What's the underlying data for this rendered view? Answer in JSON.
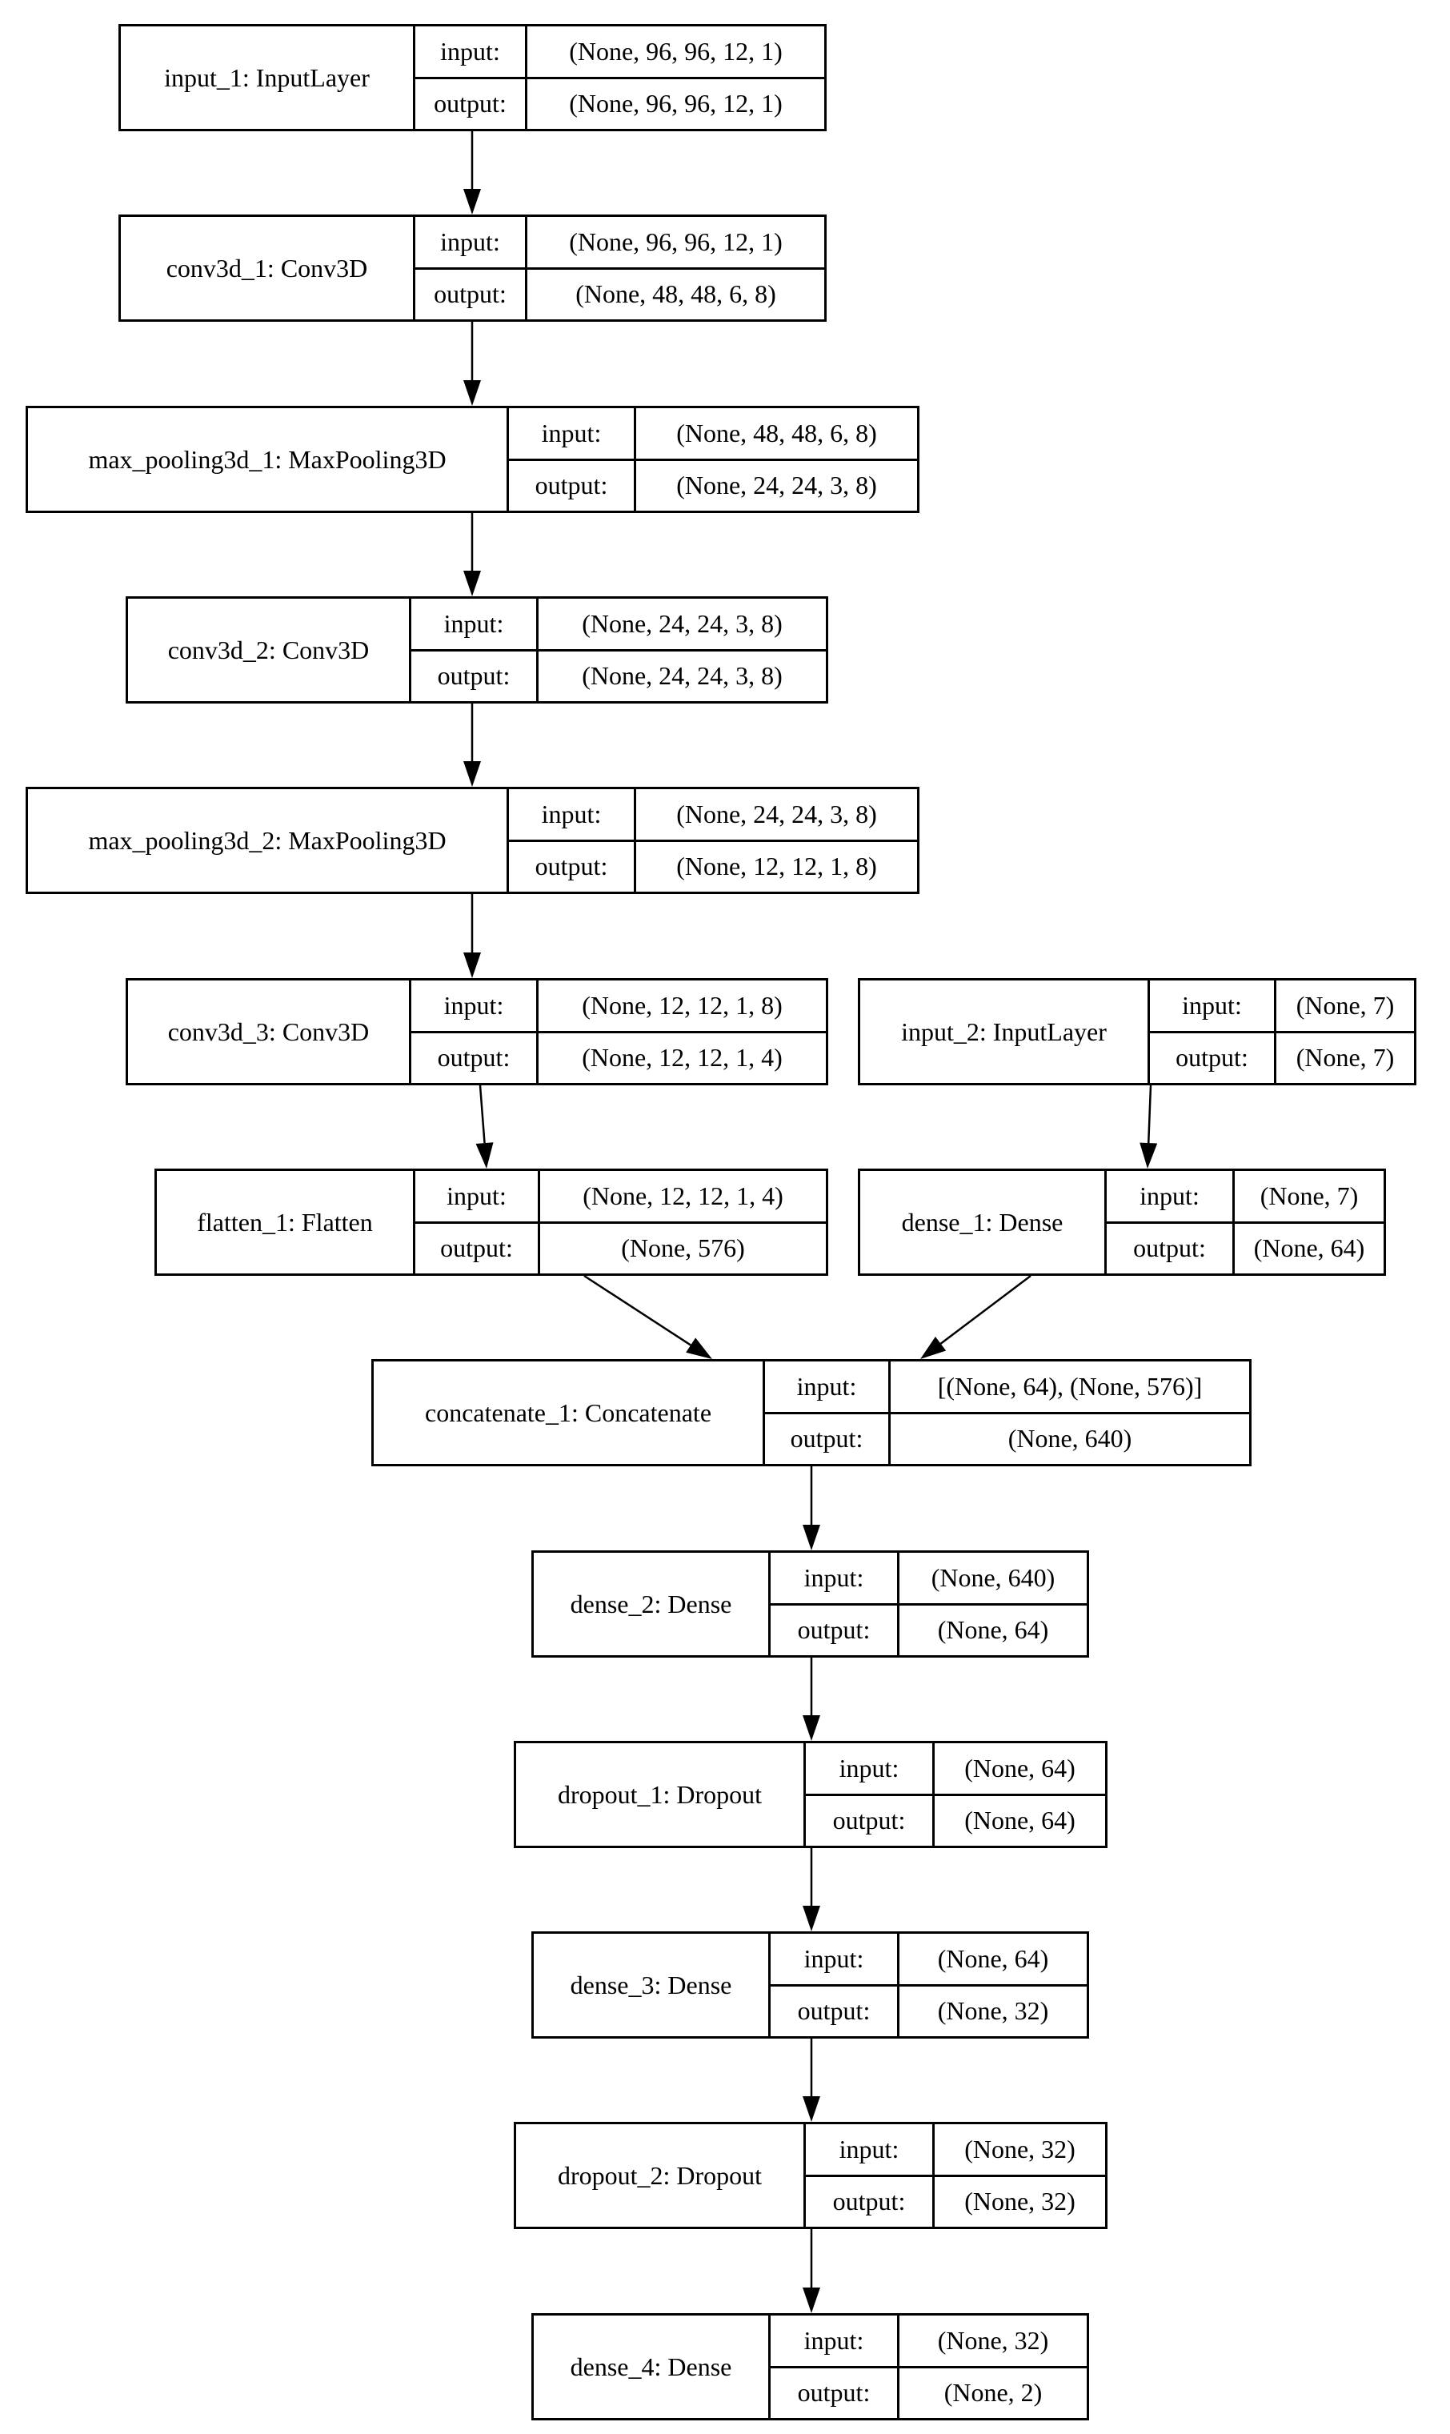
{
  "diagram": {
    "background_color": "#ffffff",
    "border_color": "#000000",
    "text_color": "#000000",
    "io_labels": {
      "input": "input:",
      "output": "output:"
    },
    "nodes": [
      {
        "id": "input_1",
        "name": "input_1: InputLayer",
        "input_shape": "(None, 96, 96, 12, 1)",
        "output_shape": "(None, 96, 96, 12, 1)"
      },
      {
        "id": "conv3d_1",
        "name": "conv3d_1: Conv3D",
        "input_shape": "(None, 96, 96, 12, 1)",
        "output_shape": "(None, 48, 48, 6, 8)"
      },
      {
        "id": "max_pooling3d_1",
        "name": "max_pooling3d_1: MaxPooling3D",
        "input_shape": "(None, 48, 48, 6, 8)",
        "output_shape": "(None, 24, 24, 3, 8)"
      },
      {
        "id": "conv3d_2",
        "name": "conv3d_2: Conv3D",
        "input_shape": "(None, 24, 24, 3, 8)",
        "output_shape": "(None, 24, 24, 3, 8)"
      },
      {
        "id": "max_pooling3d_2",
        "name": "max_pooling3d_2: MaxPooling3D",
        "input_shape": "(None, 24, 24, 3, 8)",
        "output_shape": "(None, 12, 12, 1, 8)"
      },
      {
        "id": "conv3d_3",
        "name": "conv3d_3: Conv3D",
        "input_shape": "(None, 12, 12, 1, 8)",
        "output_shape": "(None, 12, 12, 1, 4)"
      },
      {
        "id": "input_2",
        "name": "input_2: InputLayer",
        "input_shape": "(None, 7)",
        "output_shape": "(None, 7)"
      },
      {
        "id": "flatten_1",
        "name": "flatten_1: Flatten",
        "input_shape": "(None, 12, 12, 1, 4)",
        "output_shape": "(None, 576)"
      },
      {
        "id": "dense_1",
        "name": "dense_1: Dense",
        "input_shape": "(None, 7)",
        "output_shape": "(None, 64)"
      },
      {
        "id": "concatenate_1",
        "name": "concatenate_1: Concatenate",
        "input_shape": "[(None, 64), (None, 576)]",
        "output_shape": "(None, 640)"
      },
      {
        "id": "dense_2",
        "name": "dense_2: Dense",
        "input_shape": "(None, 640)",
        "output_shape": "(None, 64)"
      },
      {
        "id": "dropout_1",
        "name": "dropout_1: Dropout",
        "input_shape": "(None, 64)",
        "output_shape": "(None, 64)"
      },
      {
        "id": "dense_3",
        "name": "dense_3: Dense",
        "input_shape": "(None, 64)",
        "output_shape": "(None, 32)"
      },
      {
        "id": "dropout_2",
        "name": "dropout_2: Dropout",
        "input_shape": "(None, 32)",
        "output_shape": "(None, 32)"
      },
      {
        "id": "dense_4",
        "name": "dense_4: Dense",
        "input_shape": "(None, 32)",
        "output_shape": "(None, 2)"
      }
    ],
    "edges": [
      {
        "from": "input_1",
        "to": "conv3d_1"
      },
      {
        "from": "conv3d_1",
        "to": "max_pooling3d_1"
      },
      {
        "from": "max_pooling3d_1",
        "to": "conv3d_2"
      },
      {
        "from": "conv3d_2",
        "to": "max_pooling3d_2"
      },
      {
        "from": "max_pooling3d_2",
        "to": "conv3d_3"
      },
      {
        "from": "conv3d_3",
        "to": "flatten_1"
      },
      {
        "from": "input_2",
        "to": "dense_1"
      },
      {
        "from": "flatten_1",
        "to": "concatenate_1"
      },
      {
        "from": "dense_1",
        "to": "concatenate_1"
      },
      {
        "from": "concatenate_1",
        "to": "dense_2"
      },
      {
        "from": "dense_2",
        "to": "dropout_1"
      },
      {
        "from": "dropout_1",
        "to": "dense_3"
      },
      {
        "from": "dense_3",
        "to": "dropout_2"
      },
      {
        "from": "dropout_2",
        "to": "dense_4"
      }
    ]
  }
}
